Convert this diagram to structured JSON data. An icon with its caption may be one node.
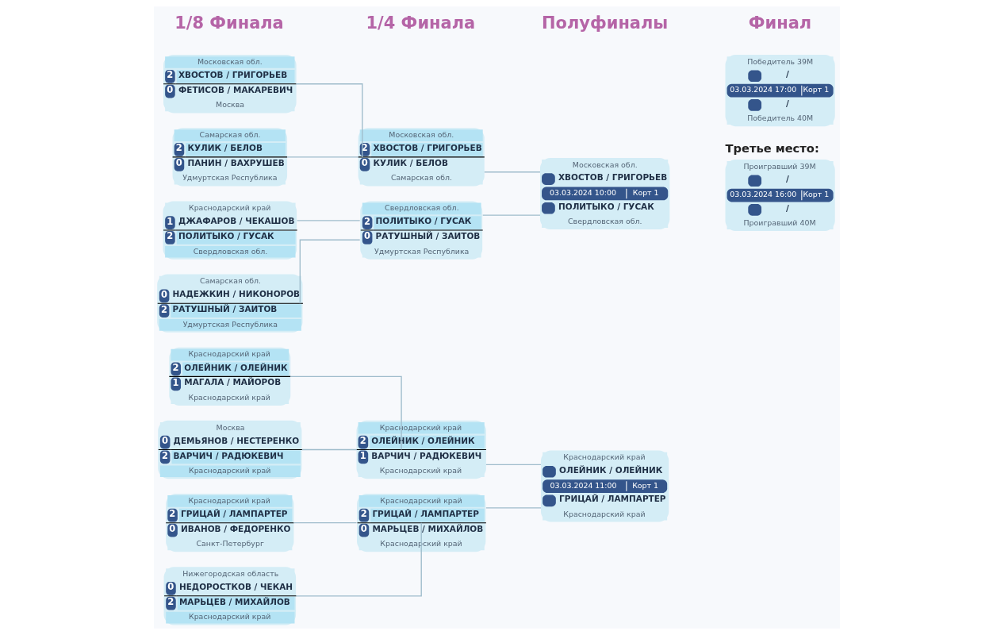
{
  "diagram": {
    "nodes": [
      {
        "text": [
          "Московская обл.",
          "2",
          "ХВОСТОВ / ГРИГОРЬЕВ",
          "0",
          "ФЕТИСОВ / МАКАРЕВИЧ",
          "Москва"
        ]
      },
      {
        "text": [
          "Самарская обл.",
          "2",
          "КУЛИК / БЕЛОВ",
          "0",
          "ПАНИН / ВАХРУШЕВ",
          "Удмуртская Республика"
        ]
      },
      {
        "text": [
          "Краснодарский край",
          "1",
          "ДЖАФАРОВ / ЧЕКАШОВ",
          "2",
          "ПОЛИТЫКО / ГУСАК",
          "Свердловская обл."
        ]
      },
      {
        "text": [
          "Самарская обл.",
          "0",
          "НАДЕЖКИН / НИКОНОРОВ",
          "2",
          "РАТУШНЫЙ / ЗАИТОВ",
          "Удмуртская Республика"
        ]
      },
      {
        "text": [
          "Краснодарский край",
          "2",
          "ОЛЕЙНИК / ОЛЕЙНИК",
          "1",
          "МАГАЛА / МАЙОРОВ",
          "Краснодарский край"
        ]
      },
      {
        "text": [
          "Москва",
          "0",
          "ДЕМЬЯНОВ / НЕСТЕРЕНКО",
          "2",
          "ВАРЧИЧ / РАДЮКЕВИЧ",
          "Краснодарский край"
        ]
      },
      {
        "text": [
          "Краснодарский край",
          "2",
          "ГРИЦАЙ / ЛАМПАРТЕР",
          "0",
          "ИВАНОВ / ФЕДОРЕНКО",
          "Санкт-Петербург"
        ]
      },
      {
        "text": [
          "Нижегородская область",
          "0",
          "НЕДОРОСТКОВ / ЧЕКАН",
          "2",
          "МАРЬЦЕВ / МИХАЙЛОВ",
          "Краснодарский край"
        ]
      },
      {
        "text": [
          "Московская обл.",
          "2",
          "ХВОСТОВ / ГРИГОРЬЕВ",
          "0",
          "КУЛИК / БЕЛОВ",
          "Самарская обл."
        ]
      },
      {
        "text": [
          "Свердловская обл.",
          "2",
          "ПОЛИТЫКО / ГУСАК",
          "0",
          "РАТУШНЫЙ / ЗАИТОВ",
          "Удмуртская Республика"
        ]
      },
      {
        "text": [
          "Краснодарский край",
          "2",
          "ОЛЕЙНИК / ОЛЕЙНИК",
          "1",
          "ВАРЧИЧ / РАДЮКЕВИЧ",
          "Краснодарский край"
        ]
      },
      {
        "text": [
          "Краснодарский край",
          "2",
          "ГРИЦАЙ / ЛАМПАРТЕР",
          "0",
          "МАРЬЦЕВ / МИХАЙЛОВ",
          "Краснодарский край"
        ]
      },
      {
        "text": [
          "Московская обл.",
          "ХВОСТОВ / ГРИГОРЬЕВ",
          "03.03.2024 10:00",
          "Корт 1",
          "ПОЛИТЫКО / ГУСАК",
          "Свердловская обл."
        ]
      },
      {
        "text": [
          "Краснодарский край",
          "ОЛЕЙНИК / ОЛЕЙНИК",
          "03.03.2024 11:00",
          "Корт 1",
          "ГРИЦАЙ / ЛАМПАРТЕР",
          "Краснодарский край"
        ]
      },
      {
        "text": [
          "Победитель 39М",
          "/",
          "03.03.2024 17:00",
          "Корт 1",
          "/",
          "Победитель 40М"
        ]
      },
      {
        "text": [
          "Третье место:",
          "Проигравший 39М",
          "/",
          "03.03.2024 16:00",
          "Корт 1",
          "/",
          "Проигравший 40М"
        ]
      }
    ],
    "edges": [
      {
        "from": 0,
        "to": 8,
        "arrow": "none"
      },
      {
        "from": 1,
        "to": 8,
        "arrow": "none"
      },
      {
        "from": 2,
        "to": 9,
        "arrow": "none"
      },
      {
        "from": 3,
        "to": 9,
        "arrow": "none"
      },
      {
        "from": 4,
        "to": 10,
        "arrow": "none"
      },
      {
        "from": 5,
        "to": 10,
        "arrow": "none"
      },
      {
        "from": 6,
        "to": 11,
        "arrow": "none"
      },
      {
        "from": 7,
        "to": 11,
        "arrow": "none"
      },
      {
        "from": 8,
        "to": 12,
        "arrow": "none"
      },
      {
        "from": 9,
        "to": 12,
        "arrow": "none"
      },
      {
        "from": 10,
        "to": 13,
        "arrow": "none"
      },
      {
        "from": 11,
        "to": 13,
        "arrow": "none"
      }
    ],
    "labels": [
      "1/8 Финала",
      "1/4 Финала",
      "Полуфиналы",
      "Финал"
    ]
  }
}
